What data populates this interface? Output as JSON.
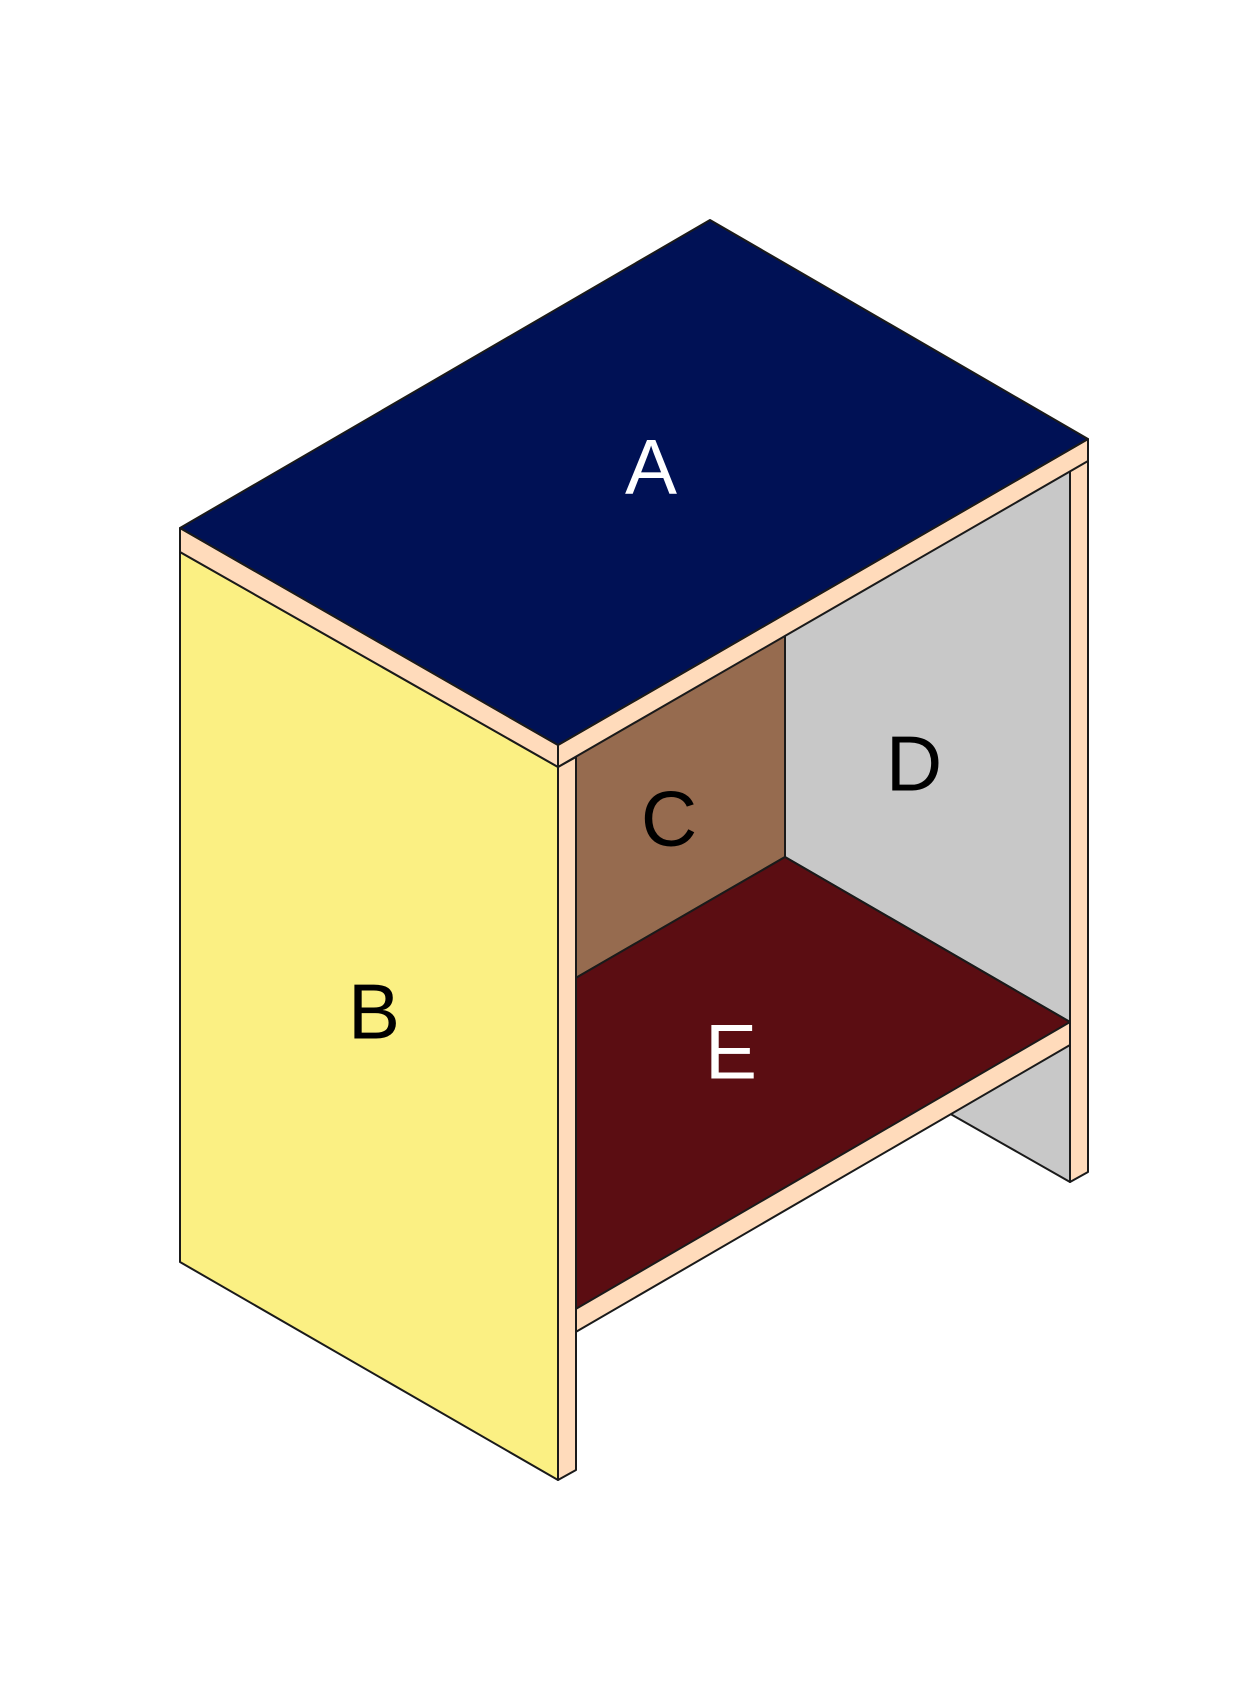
{
  "colors": {
    "top": "#001155",
    "side": "#FBF083",
    "back_left": "#966B4F",
    "back_right": "#C8C8C8",
    "shelf": "#5B0D12",
    "edge": "#FFDBBB",
    "label_light": "#ffffff",
    "label_dark": "#000000"
  },
  "panels": {
    "a": {
      "label": "A"
    },
    "b": {
      "label": "B"
    },
    "c": {
      "label": "C"
    },
    "d": {
      "label": "D"
    },
    "e": {
      "label": "E"
    }
  }
}
